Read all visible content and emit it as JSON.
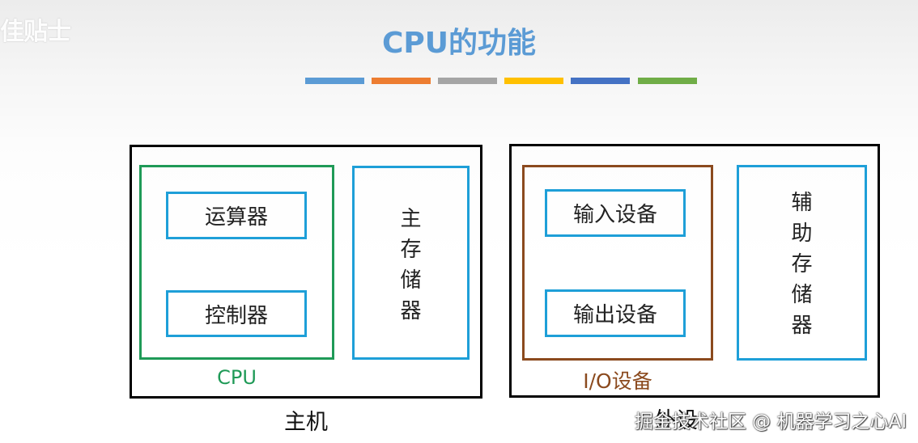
{
  "title": "CPU的功能",
  "corner_mark": "佳贴士",
  "stripes": [
    {
      "color": "#5b9bd5"
    },
    {
      "color": "#ed7d31"
    },
    {
      "color": "#a5a5a5"
    },
    {
      "color": "#ffc000"
    },
    {
      "color": "#4472c4"
    },
    {
      "color": "#70ad47"
    }
  ],
  "host": {
    "label": "主机",
    "cpu": {
      "label": "CPU",
      "alu": "运算器",
      "controller": "控制器"
    },
    "main_memory": "主\n存\n储\n器"
  },
  "peripheral": {
    "label": "外设",
    "io": {
      "label": "I/O设备",
      "input": "输入设备",
      "output": "输出设备"
    },
    "aux_memory": "辅\n助\n存\n储\n器"
  },
  "watermark": "掘金技术社区 @ 机器学习之心AI"
}
